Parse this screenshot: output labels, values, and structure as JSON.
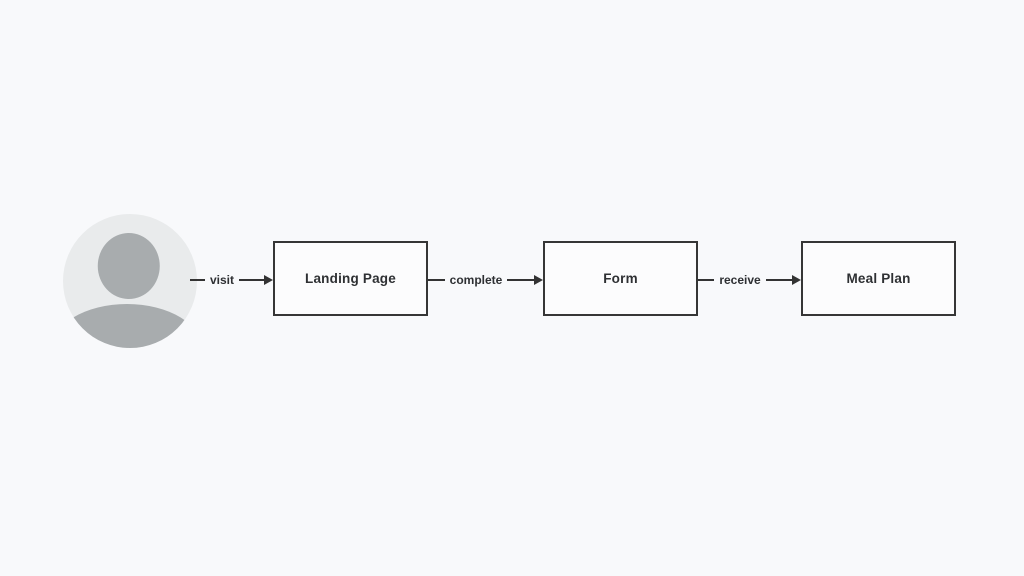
{
  "canvas": {
    "background": "#f8f9fb"
  },
  "diagram": {
    "type": "flowchart",
    "actor": {
      "kind": "user-avatar-placeholder",
      "colors": {
        "base": "#e9ebec",
        "silhouette": "#a8acae"
      }
    },
    "nodes": [
      {
        "id": "landing-page",
        "label": "Landing Page"
      },
      {
        "id": "form",
        "label": "Form"
      },
      {
        "id": "meal-plan",
        "label": "Meal Plan"
      }
    ],
    "edges": [
      {
        "from": "user",
        "to": "landing-page",
        "label": "visit"
      },
      {
        "from": "landing-page",
        "to": "form",
        "label": "complete"
      },
      {
        "from": "form",
        "to": "meal-plan",
        "label": "receive"
      }
    ],
    "colors": {
      "stroke": "#333333",
      "node_border": "#363636",
      "node_fill": "#fcfcfd",
      "text": "#2e3033"
    }
  }
}
